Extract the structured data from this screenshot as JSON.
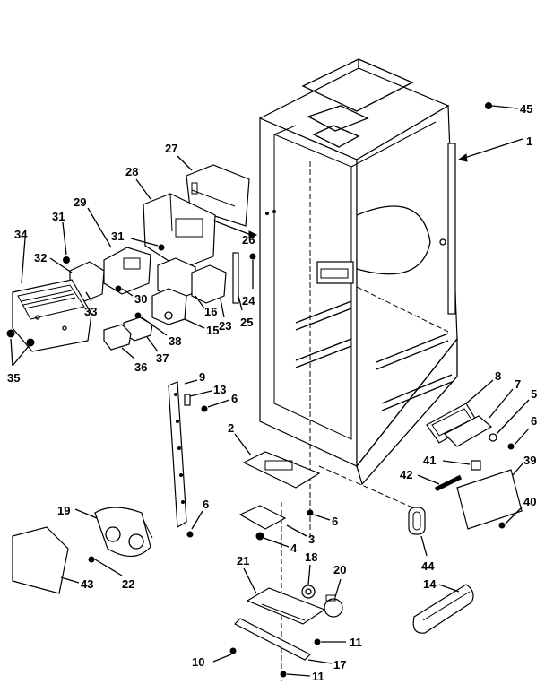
{
  "diagram": {
    "labels": {
      "c45": "45",
      "c1": "1",
      "c27": "27",
      "c28": "28",
      "c29": "29",
      "c31a": "31",
      "c31b": "31",
      "c34": "34",
      "c32": "32",
      "c26": "26",
      "c24": "24",
      "c30": "30",
      "c33": "33",
      "c16": "16",
      "c23": "23",
      "c25": "25",
      "c15": "15",
      "c38": "38",
      "c37": "37",
      "c36": "36",
      "c35": "35",
      "c9": "9",
      "c13": "13",
      "c6a": "6",
      "c2": "2",
      "c8": "8",
      "c7": "7",
      "c5": "5",
      "c6b": "6",
      "c41": "41",
      "c39": "39",
      "c42": "42",
      "c40": "40",
      "c6c": "6",
      "c19": "19",
      "c6d": "6",
      "c3": "3",
      "c4": "4",
      "c18": "18",
      "c20": "20",
      "c43": "43",
      "c22": "22",
      "c21": "21",
      "c44": "44",
      "c14": "14",
      "c11a": "11",
      "c10": "10",
      "c17": "17",
      "c11b": "11"
    }
  }
}
